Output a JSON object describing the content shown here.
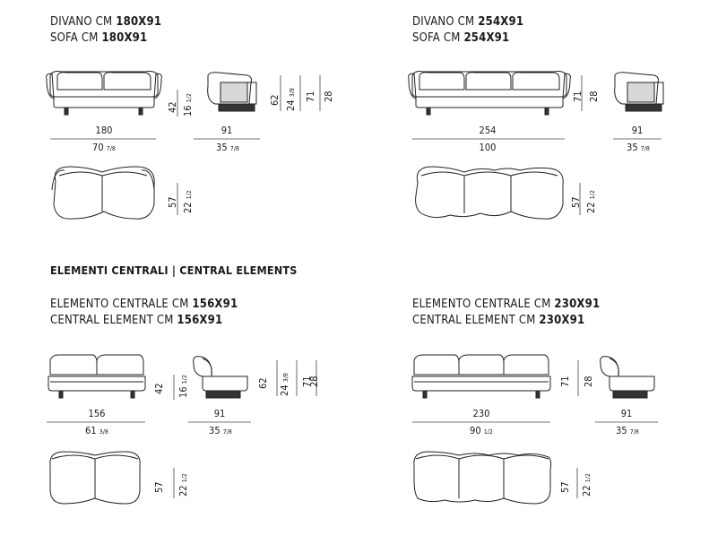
{
  "products": [
    {
      "id": "sofa180",
      "title_it_prefix": "DIVANO CM ",
      "title_it_dim": "180X91",
      "title_en_prefix": "SOFA CM ",
      "title_en_dim": "180X91",
      "front_width_cm": "180",
      "front_width_in": "70",
      "front_width_in_frac": "7/8",
      "seat_height_cm": "42",
      "seat_height_in": "16",
      "seat_height_in_frac": "1/2",
      "side_depth_cm": "91",
      "side_depth_in": "35",
      "side_depth_in_frac": "7/8",
      "arm_height_cm": "62",
      "arm_height_in": "24",
      "arm_height_in_frac": "3/8",
      "total_height_cm": "71",
      "total_height_in": "28",
      "plan_depth_cm": "57",
      "plan_depth_in": "22",
      "plan_depth_in_frac": "1/2"
    },
    {
      "id": "sofa254",
      "title_it_prefix": "DIVANO CM ",
      "title_it_dim": "254X91",
      "title_en_prefix": "SOFA CM ",
      "title_en_dim": "254X91",
      "front_width_cm": "254",
      "front_width_in": "100",
      "total_height_cm": "71",
      "total_height_in": "28",
      "side_depth_cm": "91",
      "side_depth_in": "35",
      "side_depth_in_frac": "7/8",
      "plan_depth_cm": "57",
      "plan_depth_in": "22",
      "plan_depth_in_frac": "1/2"
    },
    {
      "id": "central156",
      "title_it_prefix": "ELEMENTO CENTRALE CM ",
      "title_it_dim": "156X91",
      "title_en_prefix": "CENTRAL ELEMENT CM ",
      "title_en_dim": "156X91",
      "front_width_cm": "156",
      "front_width_in": "61",
      "front_width_in_frac": "3/8",
      "seat_height_cm": "42",
      "seat_height_in": "16",
      "seat_height_in_frac": "1/2",
      "side_depth_cm": "91",
      "side_depth_in": "35",
      "side_depth_in_frac": "7/8",
      "arm_height_cm": "62",
      "arm_height_in": "24",
      "arm_height_in_frac": "3/8",
      "total_height_cm": "71",
      "total_height_in": "28",
      "plan_depth_cm": "57",
      "plan_depth_in": "22",
      "plan_depth_in_frac": "1/2"
    },
    {
      "id": "central230",
      "title_it_prefix": "ELEMENTO CENTRALE CM ",
      "title_it_dim": "230X91",
      "title_en_prefix": "CENTRAL ELEMENT CM ",
      "title_en_dim": "230X91",
      "front_width_cm": "230",
      "front_width_in": "90",
      "front_width_in_frac": "1/2",
      "total_height_cm": "71",
      "total_height_in": "28",
      "side_depth_cm": "91",
      "side_depth_in": "35",
      "side_depth_in_frac": "7/8",
      "plan_depth_cm": "57",
      "plan_depth_in": "22",
      "plan_depth_in_frac": "1/2"
    }
  ],
  "section_heading": "ELEMENTI CENTRALI | CENTRAL ELEMENTS"
}
